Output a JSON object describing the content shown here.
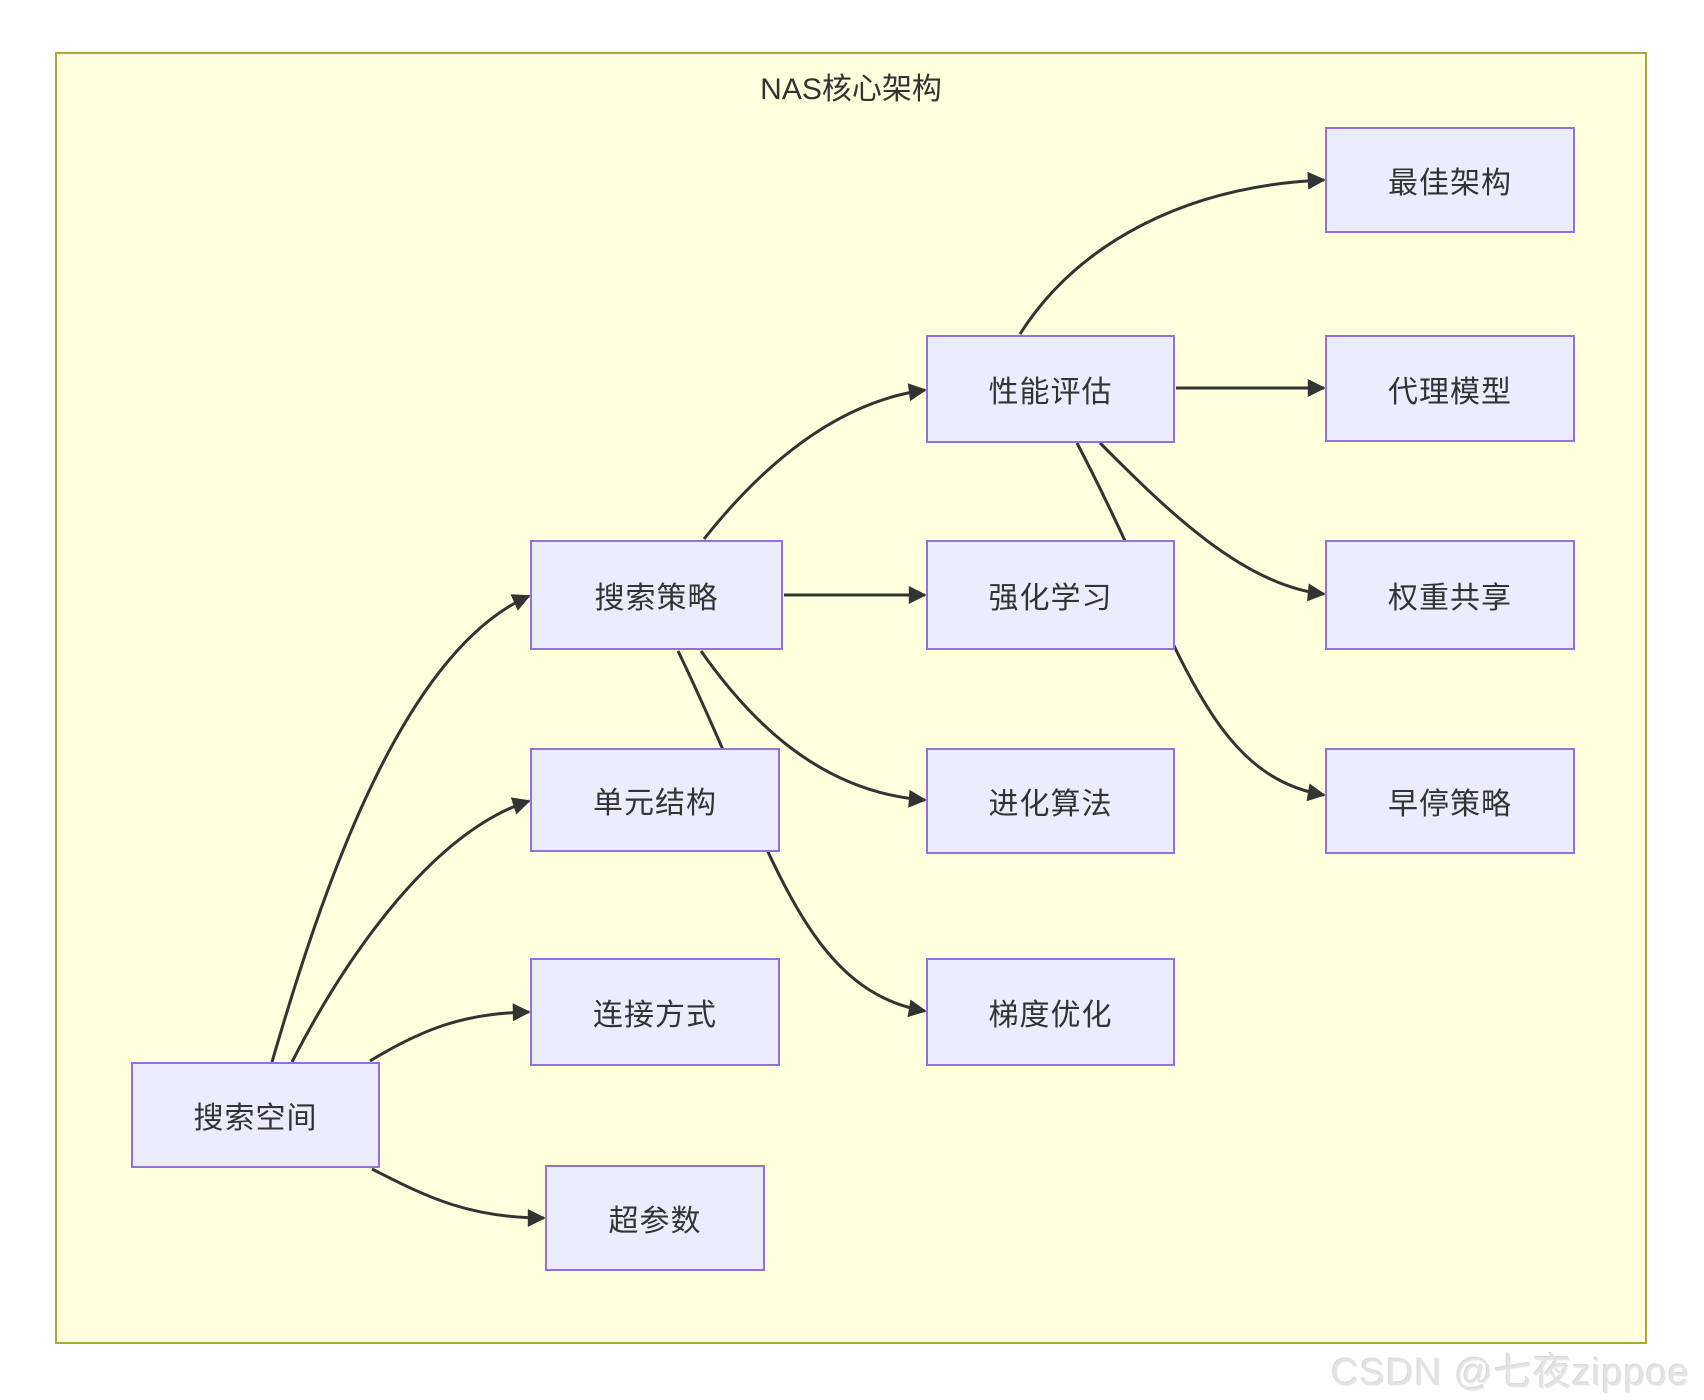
{
  "diagram": {
    "title": "NAS核心架构",
    "nodes": [
      {
        "id": "search-space",
        "label": "搜索空间"
      },
      {
        "id": "search-strategy",
        "label": "搜索策略"
      },
      {
        "id": "cell-structure",
        "label": "单元结构"
      },
      {
        "id": "connection-type",
        "label": "连接方式"
      },
      {
        "id": "hyperparameters",
        "label": "超参数"
      },
      {
        "id": "performance-eval",
        "label": "性能评估"
      },
      {
        "id": "reinforcement-learning",
        "label": "强化学习"
      },
      {
        "id": "evolutionary-algorithm",
        "label": "进化算法"
      },
      {
        "id": "gradient-optimization",
        "label": "梯度优化"
      },
      {
        "id": "best-architecture",
        "label": "最佳架构"
      },
      {
        "id": "proxy-model",
        "label": "代理模型"
      },
      {
        "id": "weight-sharing",
        "label": "权重共享"
      },
      {
        "id": "early-stopping",
        "label": "早停策略"
      }
    ],
    "edges": [
      {
        "from": "搜索空间",
        "to": "搜索策略"
      },
      {
        "from": "搜索空间",
        "to": "单元结构"
      },
      {
        "from": "搜索空间",
        "to": "连接方式"
      },
      {
        "from": "搜索空间",
        "to": "超参数"
      },
      {
        "from": "搜索策略",
        "to": "性能评估"
      },
      {
        "from": "搜索策略",
        "to": "强化学习"
      },
      {
        "from": "搜索策略",
        "to": "进化算法"
      },
      {
        "from": "搜索策略",
        "to": "梯度优化"
      },
      {
        "from": "性能评估",
        "to": "最佳架构"
      },
      {
        "from": "性能评估",
        "to": "代理模型"
      },
      {
        "from": "性能评估",
        "to": "权重共享"
      },
      {
        "from": "性能评估",
        "to": "早停策略"
      }
    ],
    "colors": {
      "node_fill": "#ECECFF",
      "node_border": "#9370DB",
      "container_fill": "#FFFFDE",
      "container_border": "#AAAA33",
      "edge": "#333333",
      "text": "#333333"
    }
  },
  "watermark": "CSDN @七夜zippoe"
}
